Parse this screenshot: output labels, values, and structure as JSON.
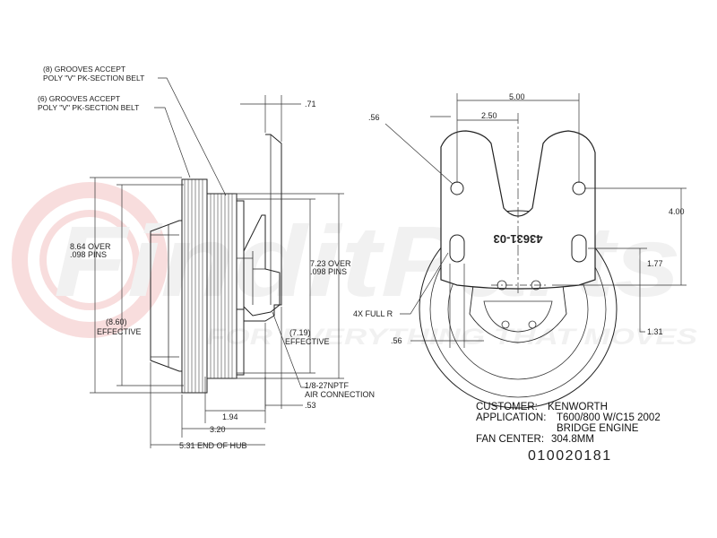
{
  "watermark": {
    "logo_text": "FinditParts",
    "tagline": "FOR EVERYTHING THAT MOVES"
  },
  "side_view": {
    "callout_8_grooves": [
      "(8) GROOVES ACCEPT",
      "POLY \"V\" PK-SECTION BELT"
    ],
    "callout_6_grooves": [
      "(6) GROOVES ACCEPT",
      "POLY \"V\" PK-SECTION BELT"
    ],
    "dim_071": ".71",
    "dim_864": [
      "8.64 OVER",
      ".098 PINS"
    ],
    "dim_860": [
      "(8.60)",
      "EFFECTIVE"
    ],
    "dim_723": [
      "7.23 OVER",
      ".098 PINS"
    ],
    "dim_719": [
      "(7.19)",
      "EFFECTIVE"
    ],
    "npt_callout": [
      "1/8-27NPTF",
      "AIR CONNECTION"
    ],
    "dim_053": ".53",
    "dim_194": "1.94",
    "dim_320": "3.20",
    "dim_531": "5.31 END OF HUB"
  },
  "front_view": {
    "dim_500": "5.00",
    "dim_250": "2.50",
    "dim_056_top": ".56",
    "dim_400": "4.00",
    "dim_177": "1.77",
    "dim_131": "1.31",
    "dim_4x_full_r": "4X FULL R",
    "dim_056_bottom": ".56",
    "part_marking": "43631-03"
  },
  "info": {
    "customer_label": "CUSTOMER:",
    "customer_value": "KENWORTH",
    "application_label": "APPLICATION:",
    "application_value": "T600/800 W/C15 2002",
    "application_value_2": "BRIDGE ENGINE",
    "fan_center_label": "FAN CENTER:",
    "fan_center_value": "304.8MM",
    "part_number": "010020181"
  }
}
